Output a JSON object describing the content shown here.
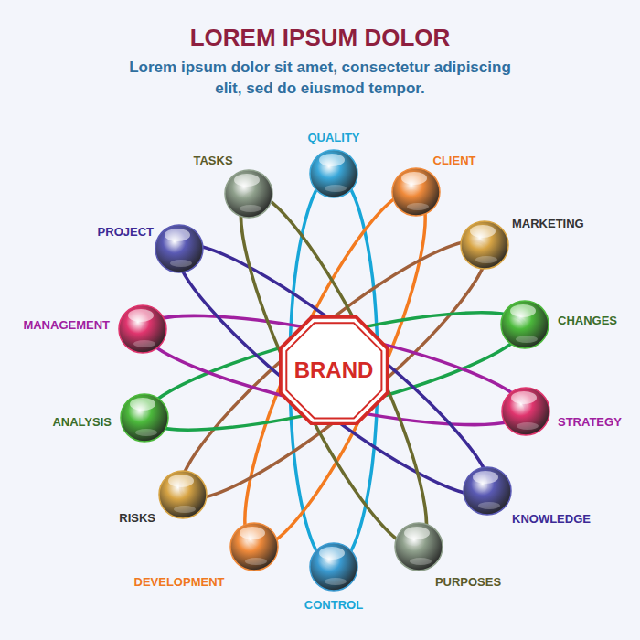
{
  "diagram": {
    "title": "LOREM IPSUM DOLOR",
    "caption": "Lorem ipsum dolor sit amet, consectetur adipiscing elit, sed do eiusmod tempor.",
    "nodes": [
      {
        "text": [
          "QUALITY"
        ]
      },
      {
        "text": [
          "CLIENT"
        ]
      },
      {
        "text": [
          "MARKETING"
        ]
      },
      {
        "text": [
          "CHANGES"
        ]
      },
      {
        "text": [
          "STRATEGY"
        ]
      },
      {
        "text": [
          "KNOWLEDGE"
        ]
      },
      {
        "text": [
          "PURPOSES"
        ]
      },
      {
        "text": [
          "CONTROL"
        ]
      },
      {
        "text": [
          "DEVELOPMENT"
        ]
      },
      {
        "text": [
          "RISKS"
        ]
      },
      {
        "text": [
          "ANALYSIS"
        ]
      },
      {
        "text": [
          "MANAGEMENT"
        ]
      },
      {
        "text": [
          "PROJECT"
        ]
      },
      {
        "text": [
          "TASKS"
        ]
      },
      {
        "text": [
          "BRAND"
        ]
      }
    ],
    "edges": [
      {
        "from": 0,
        "to": 7,
        "arrow": "none"
      },
      {
        "from": 1,
        "to": 8,
        "arrow": "none"
      },
      {
        "from": 2,
        "to": 9,
        "arrow": "none"
      },
      {
        "from": 3,
        "to": 10,
        "arrow": "none"
      },
      {
        "from": 4,
        "to": 11,
        "arrow": "none"
      },
      {
        "from": 5,
        "to": 12,
        "arrow": "none"
      },
      {
        "from": 6,
        "to": 13,
        "arrow": "none"
      }
    ]
  }
}
